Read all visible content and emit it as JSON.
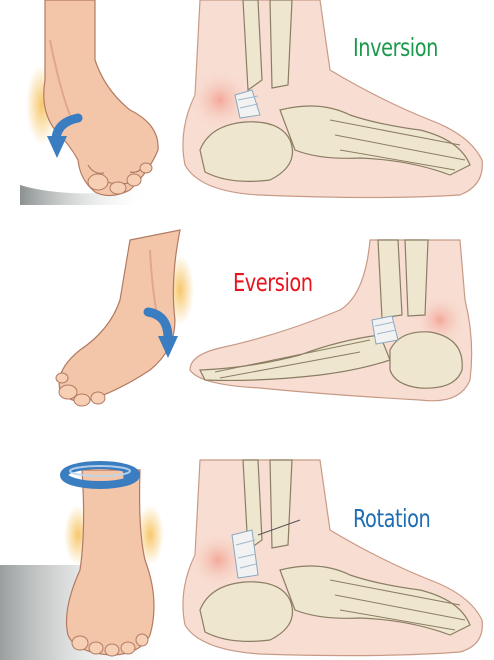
{
  "labels": {
    "inversion": "Inversion",
    "eversion": "Eversion",
    "rotation": "Rotation"
  },
  "colors": {
    "inversion": "#1a9a4b",
    "eversion": "#e8141c",
    "rotation": "#1f6db3",
    "skin": "#f2c0a3",
    "skin_shadow": "#d99a7c",
    "bone": "#efe6cf",
    "bone_line": "#8b7d62",
    "arrow": "#3a7dc0",
    "glow": "#f6c15a",
    "ground": "#7e8383"
  },
  "icons": {
    "inversion": "curved-arrow-icon",
    "eversion": "curved-arrow-icon",
    "rotation": "circular-arrow-icon"
  }
}
